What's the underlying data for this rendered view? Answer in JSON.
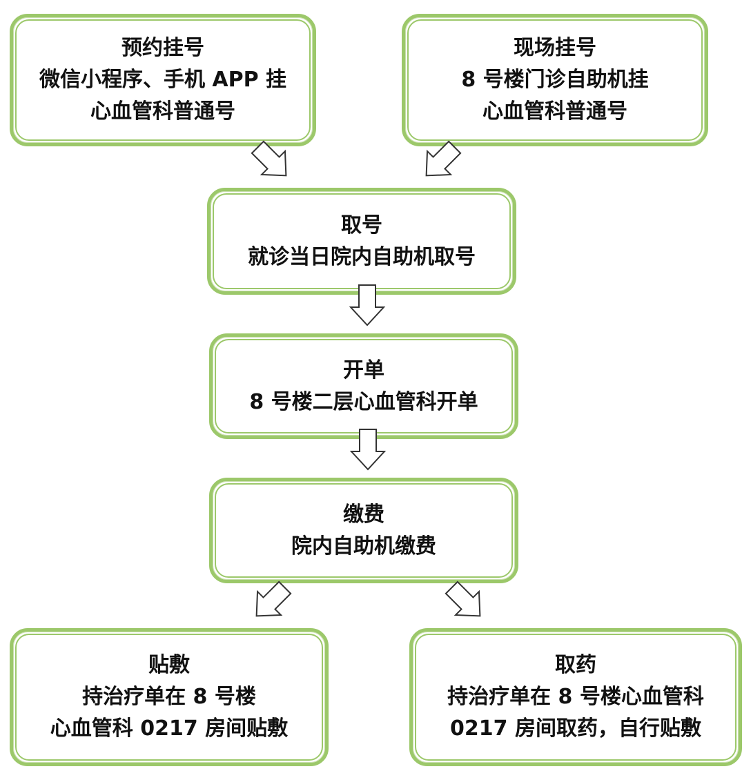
{
  "nodes": {
    "reserve": {
      "title": "预约挂号",
      "lines": [
        "微信小程序、手机 APP 挂",
        "心血管科普通号"
      ]
    },
    "onsite": {
      "title": "现场挂号",
      "lines": [
        "8 号楼门诊自助机挂",
        "心血管科普通号"
      ]
    },
    "take_number": {
      "title": "取号",
      "lines": [
        "就诊当日院内自助机取号"
      ]
    },
    "prescribe": {
      "title": "开单",
      "lines": [
        "8 号楼二层心血管科开单"
      ]
    },
    "pay": {
      "title": "缴费",
      "lines": [
        "院内自助机缴费"
      ]
    },
    "apply": {
      "title": "贴敷",
      "lines": [
        "持治疗单在 8 号楼",
        "心血管科 0217 房间贴敷"
      ]
    },
    "pickup": {
      "title": "取药",
      "lines": [
        "持治疗单在 8 号楼心血管科",
        "0217 房间取药，自行贴敷"
      ]
    }
  },
  "colors": {
    "border": "#9cc86a",
    "text": "#111111",
    "arrow_stroke": "#333333"
  }
}
